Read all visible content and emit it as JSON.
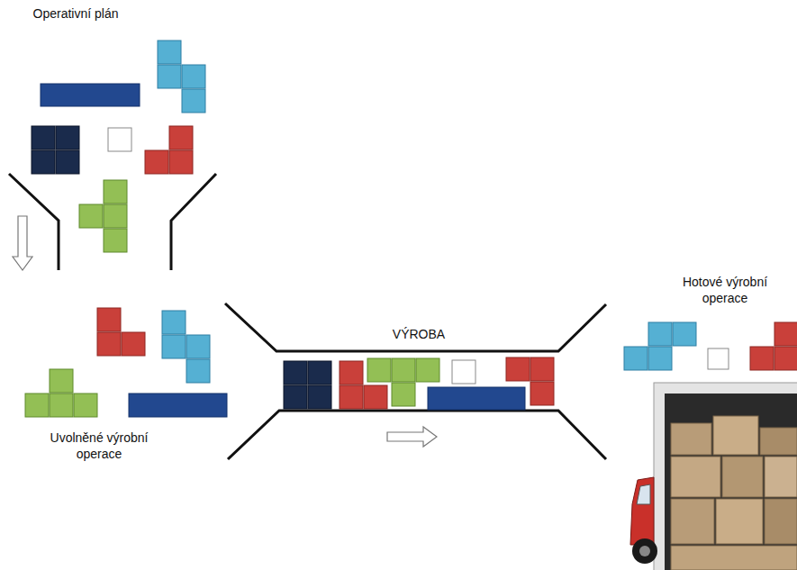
{
  "diagram": {
    "labels": [
      "Operativní plán",
      "VÝROBA",
      "Hotové výrobní operace",
      "Uvolněné výrobní operace"
    ]
  }
}
